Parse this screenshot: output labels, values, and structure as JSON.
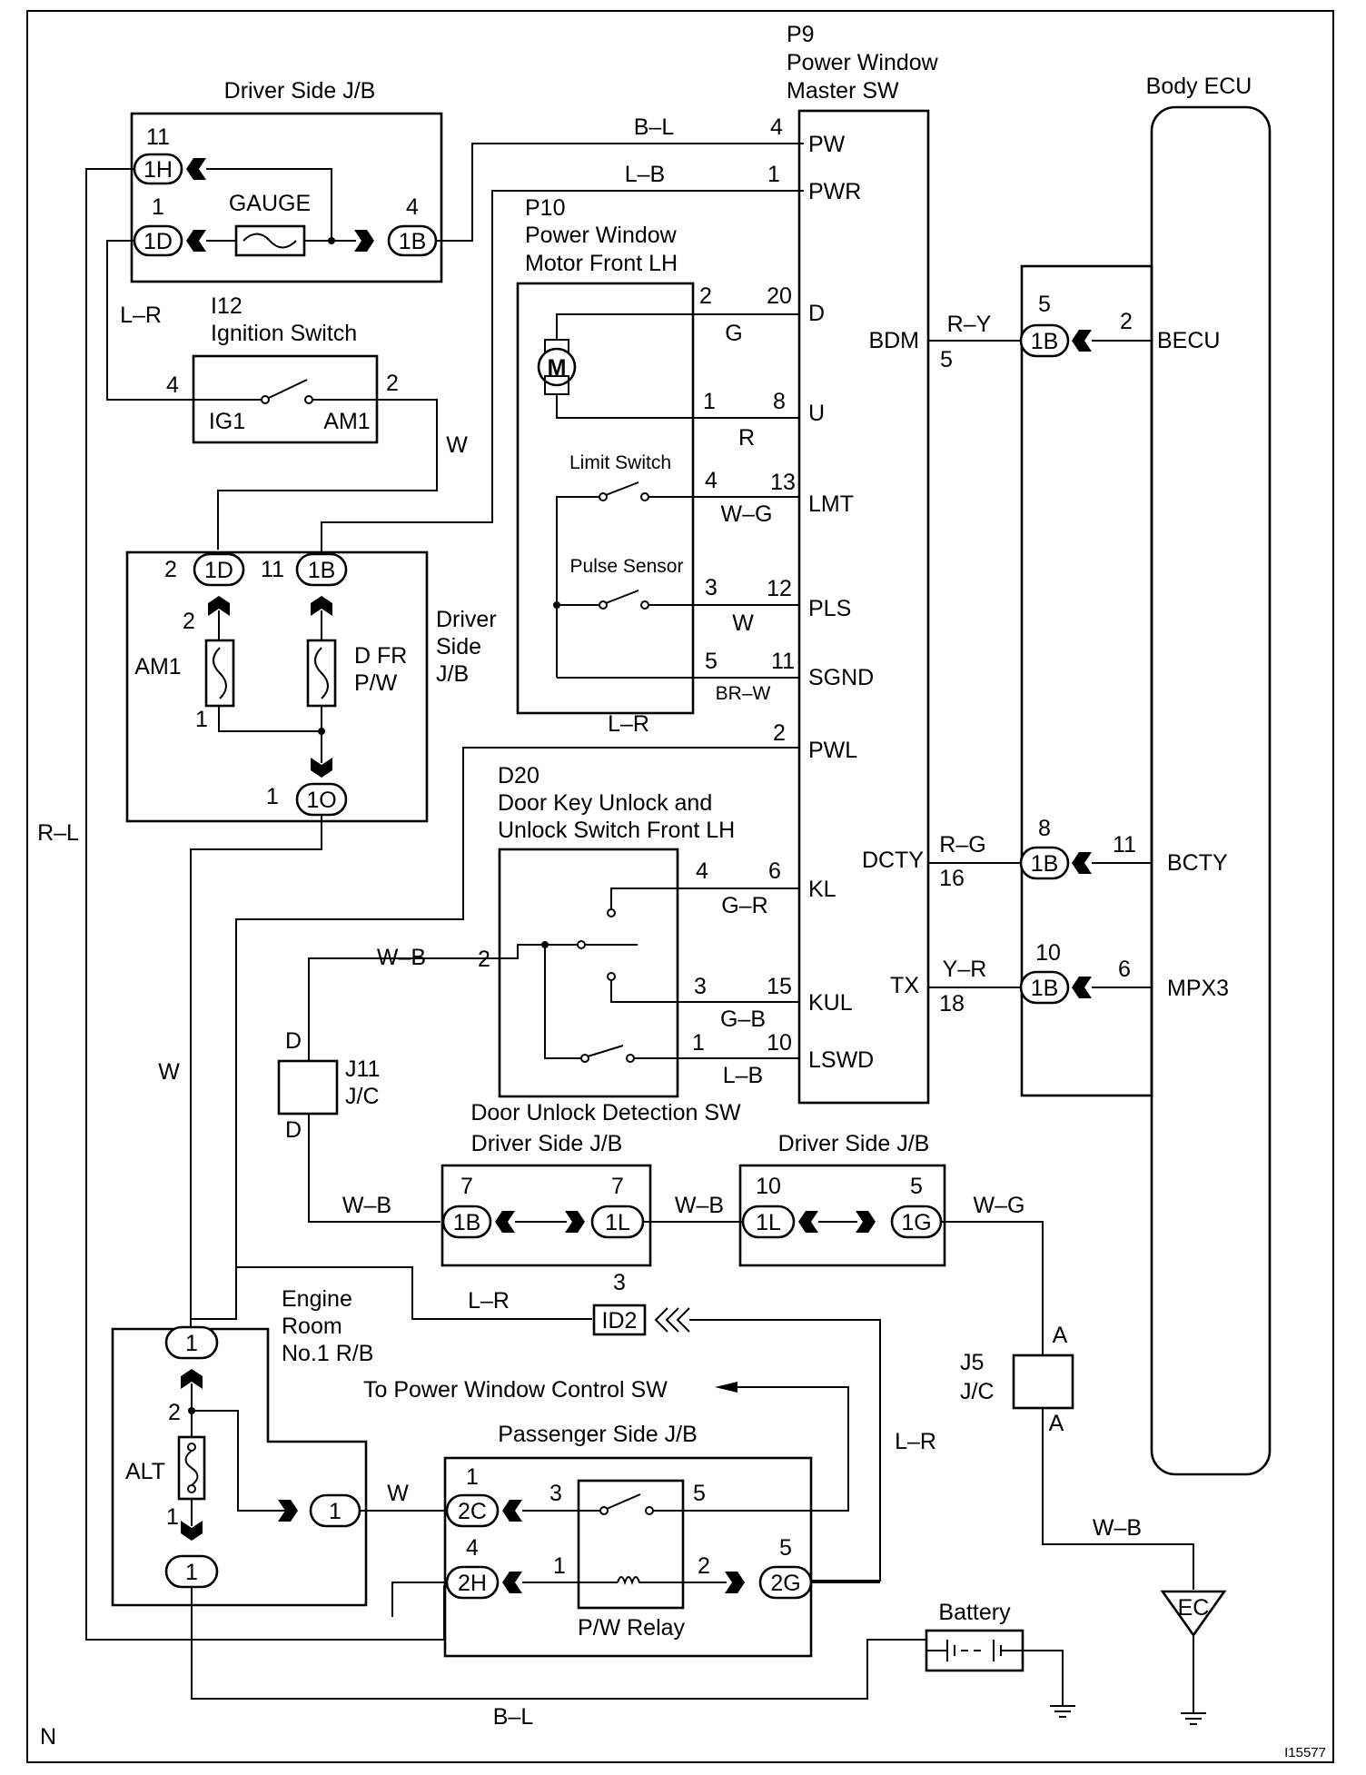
{
  "page": {
    "corner_left": "N",
    "drawing_number": "I15577"
  },
  "components": {
    "p9": {
      "code": "P9",
      "name_l1": "Power Window",
      "name_l2": "Master SW",
      "terminals": [
        "PW",
        "PWR",
        "D",
        "U",
        "LMT",
        "PLS",
        "SGND",
        "PWL",
        "KL",
        "KUL",
        "LSWD",
        "BDM",
        "DCTY",
        "TX"
      ]
    },
    "body_ecu": {
      "name": "Body ECU",
      "terminals": [
        "BECU",
        "BCTY",
        "MPX3"
      ]
    },
    "p10": {
      "code": "P10",
      "name_l1": "Power Window",
      "name_l2": "Motor Front LH",
      "motor": "M",
      "limit_switch": "Limit Switch",
      "pulse_sensor": "Pulse Sensor"
    },
    "i12": {
      "code": "I12",
      "name": "Ignition Switch",
      "terminals": [
        "IG1",
        "AM1"
      ]
    },
    "d20": {
      "code": "D20",
      "name_l1": "Door Key Unlock and",
      "name_l2": "Unlock Switch Front LH",
      "sub_label": "Door Unlock Detection SW"
    },
    "jb_top": {
      "name": "Driver Side J/B",
      "fuse": "GAUGE"
    },
    "jb_mid": {
      "name_l1": "Driver",
      "name_l2": "Side",
      "name_l3": "J/B",
      "fuse1": "AM1",
      "fuse2_l1": "D FR",
      "fuse2_l2": "P/W"
    },
    "jb_bot1": {
      "name": "Driver Side J/B"
    },
    "jb_bot2": {
      "name": "Driver Side J/B"
    },
    "engine_rb": {
      "name_l1": "Engine",
      "name_l2": "Room",
      "name_l3": "No.1 R/B",
      "fuse": "ALT"
    },
    "passenger_jb": {
      "name": "Passenger Side J/B",
      "relay": "P/W Relay"
    },
    "j11": {
      "code": "J11",
      "type": "J/C",
      "pin": "D"
    },
    "j5": {
      "code": "J5",
      "type": "J/C",
      "pin": "A"
    },
    "battery": {
      "name": "Battery"
    },
    "ground_ec": {
      "name": "EC"
    },
    "note_to_control": "To Power Window Control SW"
  },
  "connectors": {
    "c_1H": "1H",
    "c_1D": "1D",
    "c_1B": "1B",
    "c_1O": "1O",
    "c_1L": "1L",
    "c_1G": "1G",
    "c_ID2": "ID2",
    "c_1": "1",
    "c_2C": "2C",
    "c_2H": "2H",
    "c_2G": "2G"
  },
  "wires": {
    "B_L": "B–L",
    "L_B": "L–B",
    "L_R": "L–R",
    "W": "W",
    "G": "G",
    "R": "R",
    "W_G": "W–G",
    "BR_W": "BR–W",
    "R_Y": "R–Y",
    "R_G": "R–G",
    "Y_R": "Y–R",
    "G_R": "G–R",
    "G_B": "G–B",
    "W_B": "W–B",
    "R_L": "R–L"
  },
  "pins": {
    "p1": "1",
    "p2": "2",
    "p3": "3",
    "p4": "4",
    "p5": "5",
    "p6": "6",
    "p7": "7",
    "p8": "8",
    "p10": "10",
    "p11": "11",
    "p12": "12",
    "p13": "13",
    "p15": "15",
    "p16": "16",
    "p18": "18",
    "p20": "20"
  }
}
